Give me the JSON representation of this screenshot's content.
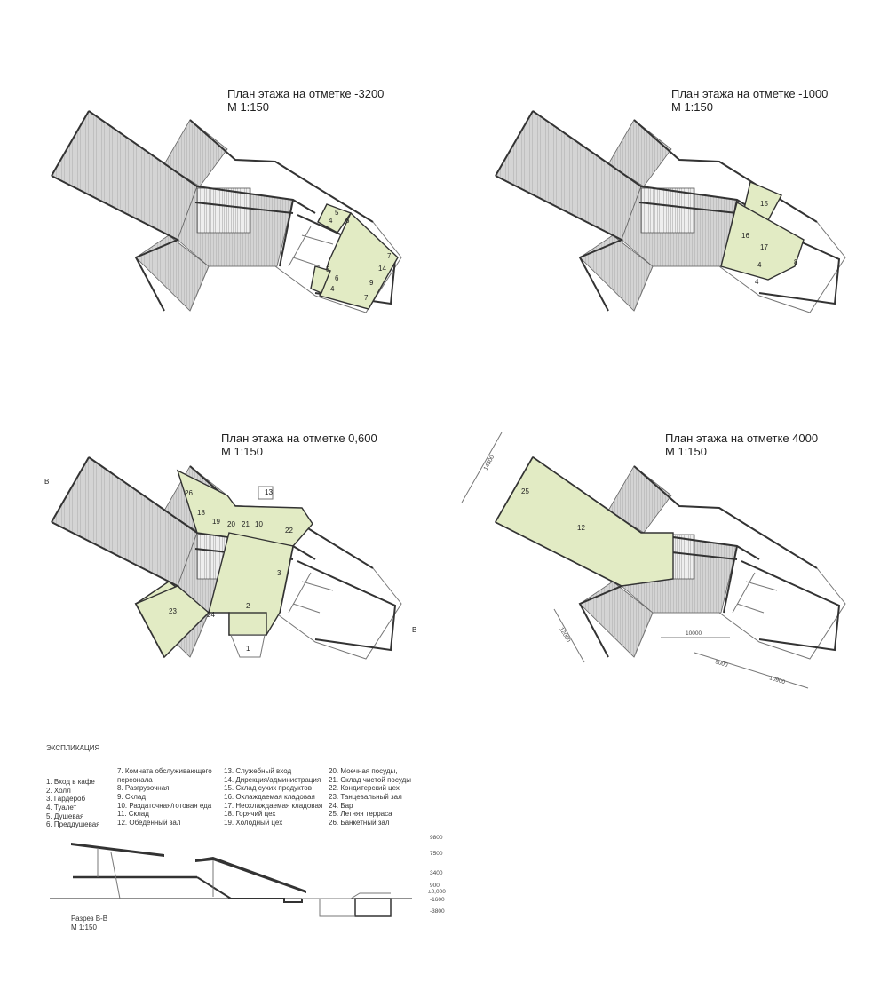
{
  "plans": [
    {
      "title": "План этажа на отметке -3200",
      "scale": "М  1:150",
      "rooms": [
        "5",
        "4",
        "6",
        "7",
        "14",
        "9",
        "7",
        "5",
        "6",
        "4"
      ]
    },
    {
      "title": "План этажа на отметке -1000",
      "scale": "М  1:150",
      "rooms": [
        "15",
        "16",
        "17",
        "8",
        "4",
        "4"
      ]
    },
    {
      "title": "План этажа на отметке 0,600",
      "scale": "М  1:150",
      "rooms": [
        "26",
        "18",
        "19",
        "20",
        "21",
        "10",
        "22",
        "13",
        "3",
        "2",
        "23",
        "24",
        "1"
      ],
      "section_marks": [
        "В",
        "В"
      ]
    },
    {
      "title": "План этажа на отметке 4000",
      "scale": "М  1:150",
      "rooms": [
        "25",
        "12"
      ],
      "dimensions": [
        "14500",
        "12000",
        "10000",
        "9000",
        "10900"
      ]
    }
  ],
  "explication": {
    "heading": "ЭКСПЛИКАЦИЯ",
    "columns": [
      [
        "1. Вход в кафе",
        "2. Холл",
        "3. Гардероб",
        "4. Туалет",
        "5. Душевая",
        "6. Преддушевая"
      ],
      [
        "7. Комната обслуживающего",
        "    персонала",
        "8. Разгрузочная",
        "9. Склад",
        "10. Раздаточная/готовая еда",
        "11. Склад",
        "12. Обеденный зал"
      ],
      [
        "13. Служебный вход",
        "14. Дирекция/администрация",
        "15. Склад сухих продуктов",
        "16. Охлаждаемая кладовая",
        "17. Неохлаждаемая кладовая",
        "18. Горячий цех",
        "19. Холодный цех"
      ],
      [
        "20. Моечная посуды,",
        "21. Склад чистой посуды",
        "22. Кондитерский цех",
        "23. Танцевальный зал",
        "24. Бар",
        "25. Летняя терраса",
        "26. Банкетный зал"
      ]
    ]
  },
  "section": {
    "title": "Разрез В-В",
    "scale": "М 1:150",
    "elevations": [
      "9800",
      "7500",
      "3400",
      "900",
      "±0,000",
      "-1600",
      "-3800"
    ]
  },
  "colors": {
    "room_fill": "#e2ebc4",
    "wall": "#333333",
    "hatch": "#bdbdbd"
  }
}
